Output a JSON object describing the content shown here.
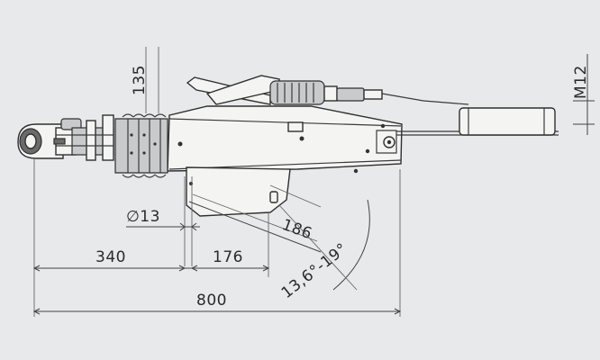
{
  "dimensions": {
    "height_135": "135",
    "thread_m12": "M12",
    "diameter_13": "∅13",
    "length_186": "186",
    "length_340": "340",
    "length_176": "176",
    "angle": "13,6°-19°",
    "total_800": "800"
  },
  "colors": {
    "background": "#e8e9eb",
    "line": "#2f2f2f",
    "part_fill": "#f4f4f3"
  }
}
